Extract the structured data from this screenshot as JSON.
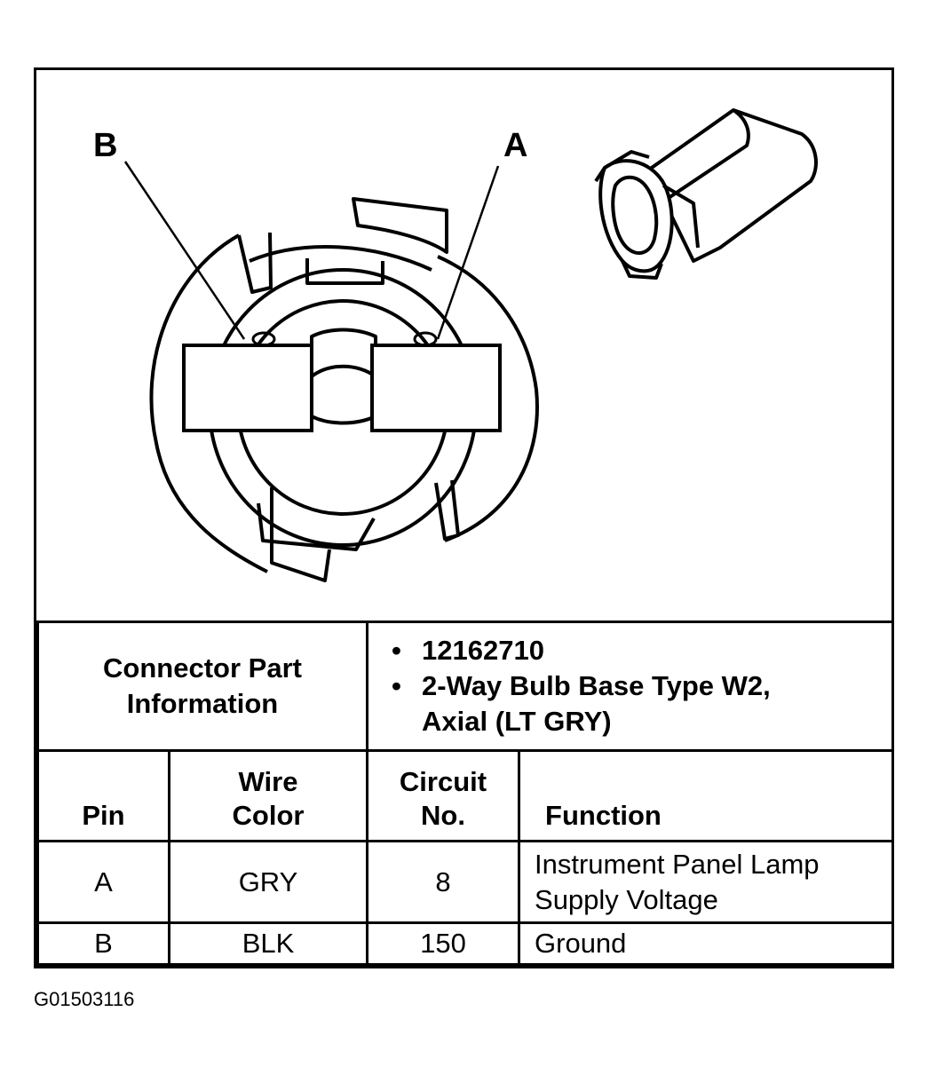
{
  "diagram": {
    "pin_labels": [
      "B",
      "A"
    ]
  },
  "connector_info": {
    "label_lines": [
      "Connector Part",
      "Information"
    ],
    "part_items": [
      [
        "12162710"
      ],
      [
        "2-Way Bulb Base Type W2,",
        "Axial (LT GRY)"
      ]
    ],
    "bullet": "•"
  },
  "pin_table": {
    "headers": {
      "pin": [
        "Pin"
      ],
      "wire_color": [
        "Wire",
        "Color"
      ],
      "circuit": [
        "Circuit",
        "No."
      ],
      "function": [
        "Function"
      ]
    },
    "rows": [
      {
        "pin": "A",
        "wire_color": "GRY",
        "circuit": "8",
        "function": [
          "Instrument Panel Lamp",
          "Supply Voltage"
        ]
      },
      {
        "pin": "B",
        "wire_color": "BLK",
        "circuit": "150",
        "function": [
          "Ground"
        ]
      }
    ]
  },
  "figure_id": "G01503116"
}
